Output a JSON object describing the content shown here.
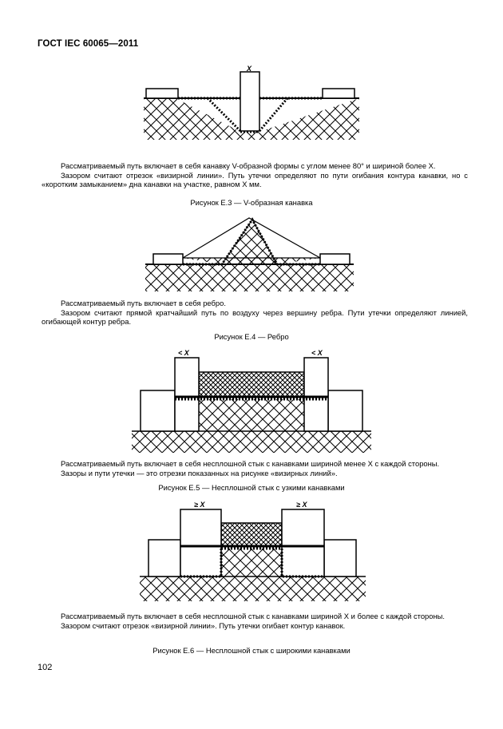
{
  "header": "ГОСТ IEC 60065—2011",
  "figures": [
    {
      "id": "e3",
      "caption": "Рисунок Е.3 — V-образная канавка",
      "label_top": "X",
      "paragraphs": [
        "Рассматриваемый путь включает в себя канавку V-образной формы с углом менее 80° и шириной более X.",
        "Зазором считают отрезок «визирной линии». Путь утечки определяют по пути огибания контура канавки, но с «коротким замыканием» дна канавки на участке, равном X мм."
      ]
    },
    {
      "id": "e4",
      "caption": "Рисунок Е.4 — Ребро",
      "paragraphs": [
        "Рассматриваемый путь включает в себя ребро.",
        "Зазором считают прямой кратчайший путь по воздуху через вершину ребра. Пути утечки определяют линией, огибающей контур ребра."
      ]
    },
    {
      "id": "e5",
      "caption": "Рисунок Е.5 — Несплошной стык с узкими канавками",
      "label_left": "< X",
      "label_right": "< X",
      "paragraphs": [
        "Рассматриваемый путь включает в себя несплошной стык с канавками шириной менее X с каждой стороны.",
        "Зазоры и пути утечки — это отрезки показанных на рисунке «визирных линий»."
      ]
    },
    {
      "id": "e6",
      "caption": "Рисунок Е.6 — Несплошной стык с широкими канавками",
      "label_left": "≥ X",
      "label_right": "≥ X",
      "paragraphs": [
        "Рассматриваемый путь включает в себя несплошной стык с канавками шириной X и более с каждой стороны.",
        "Зазором считают отрезок «визирной линии». Путь утечки огибает контур канавок."
      ]
    }
  ],
  "page_number": "102"
}
